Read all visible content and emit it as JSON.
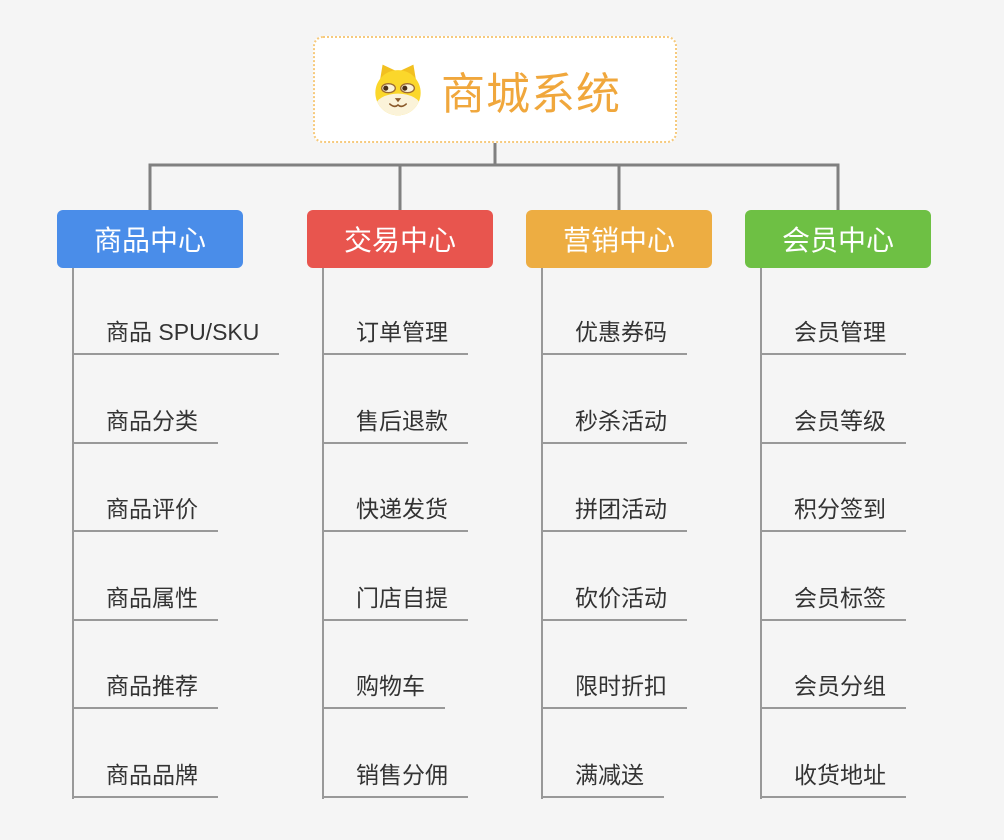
{
  "page": {
    "background": "#f5f5f5"
  },
  "root": {
    "title": "商城系统",
    "icon": "doge-icon",
    "text_color": "#f0a73c",
    "border_color": "#f6ca7d"
  },
  "branches": [
    {
      "label": "商品中心",
      "color": "#4a8de9",
      "children": [
        "商品 SPU/SKU",
        "商品分类",
        "商品评价",
        "商品属性",
        "商品推荐",
        "商品品牌"
      ]
    },
    {
      "label": "交易中心",
      "color": "#e8554e",
      "children": [
        "订单管理",
        "售后退款",
        "快递发货",
        "门店自提",
        "购物车",
        "销售分佣"
      ]
    },
    {
      "label": "营销中心",
      "color": "#edad42",
      "children": [
        "优惠券码",
        "秒杀活动",
        "拼团活动",
        "砍价活动",
        "限时折扣",
        "满减送"
      ]
    },
    {
      "label": "会员中心",
      "color": "#6ec044",
      "children": [
        "会员管理",
        "会员等级",
        "积分签到",
        "会员标签",
        "会员分组",
        "收货地址"
      ]
    }
  ],
  "colors": {
    "connector": "#808080",
    "leaf_line": "#999999",
    "leaf_text": "#333333"
  }
}
